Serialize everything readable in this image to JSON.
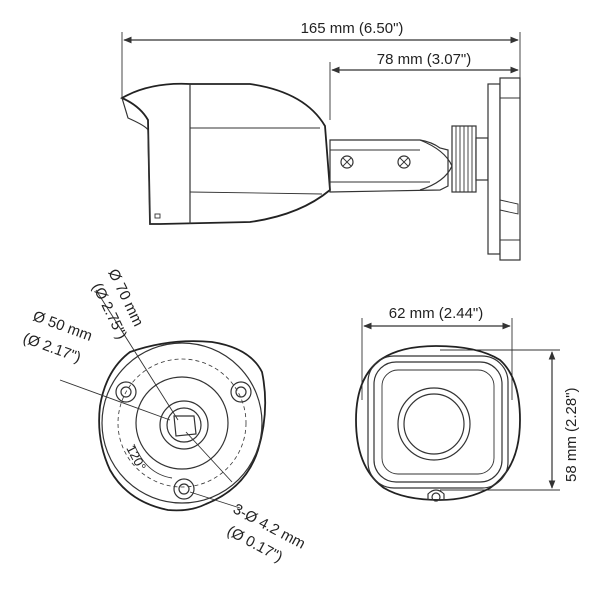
{
  "side_view": {
    "overall_length": "165 mm (6.50\")",
    "bracket_length": "78 mm  (3.07\")"
  },
  "bottom_view": {
    "outer_diameter_line1": "Ø 70 mm",
    "outer_diameter_line2": "(Ø 2.75\")",
    "inner_diameter_line1": "Ø 50 mm",
    "inner_diameter_line2": "(Ø 2.17\")",
    "angle": "120°",
    "hole_spec_line1": "3-Ø 4.2 mm",
    "hole_spec_line2": "(Ø 0.17\")"
  },
  "front_view": {
    "width": "62 mm (2.44\")",
    "height": "58 mm (2.28\")"
  }
}
